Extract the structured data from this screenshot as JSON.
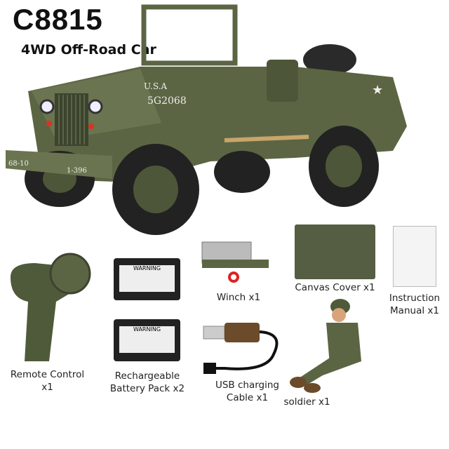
{
  "header": {
    "title": "C8815",
    "subtitle": "4WD Off-Road Car"
  },
  "vehicle_markings": {
    "hood_top": "U.S.A",
    "hood_number": "5G2068",
    "bumper_left": "68-10",
    "bumper_right": "1-396"
  },
  "colors": {
    "olive": "#5b6543",
    "olive_dark": "#3c4330",
    "tire": "#222222"
  },
  "items": [
    {
      "label": "Remote Control\nx1",
      "line1": "Remote Control",
      "line2": "x1"
    },
    {
      "line1": "Rechargeable",
      "line2": "Battery Pack x2"
    },
    {
      "line1": "Winch x1"
    },
    {
      "line1": "Canvas Cover x1"
    },
    {
      "line1": "Instruction",
      "line2": "Manual x1"
    },
    {
      "line1": "USB charging",
      "line2": "Cable x1"
    },
    {
      "line1": "soldier x1"
    }
  ],
  "battery_label": "WARNING"
}
